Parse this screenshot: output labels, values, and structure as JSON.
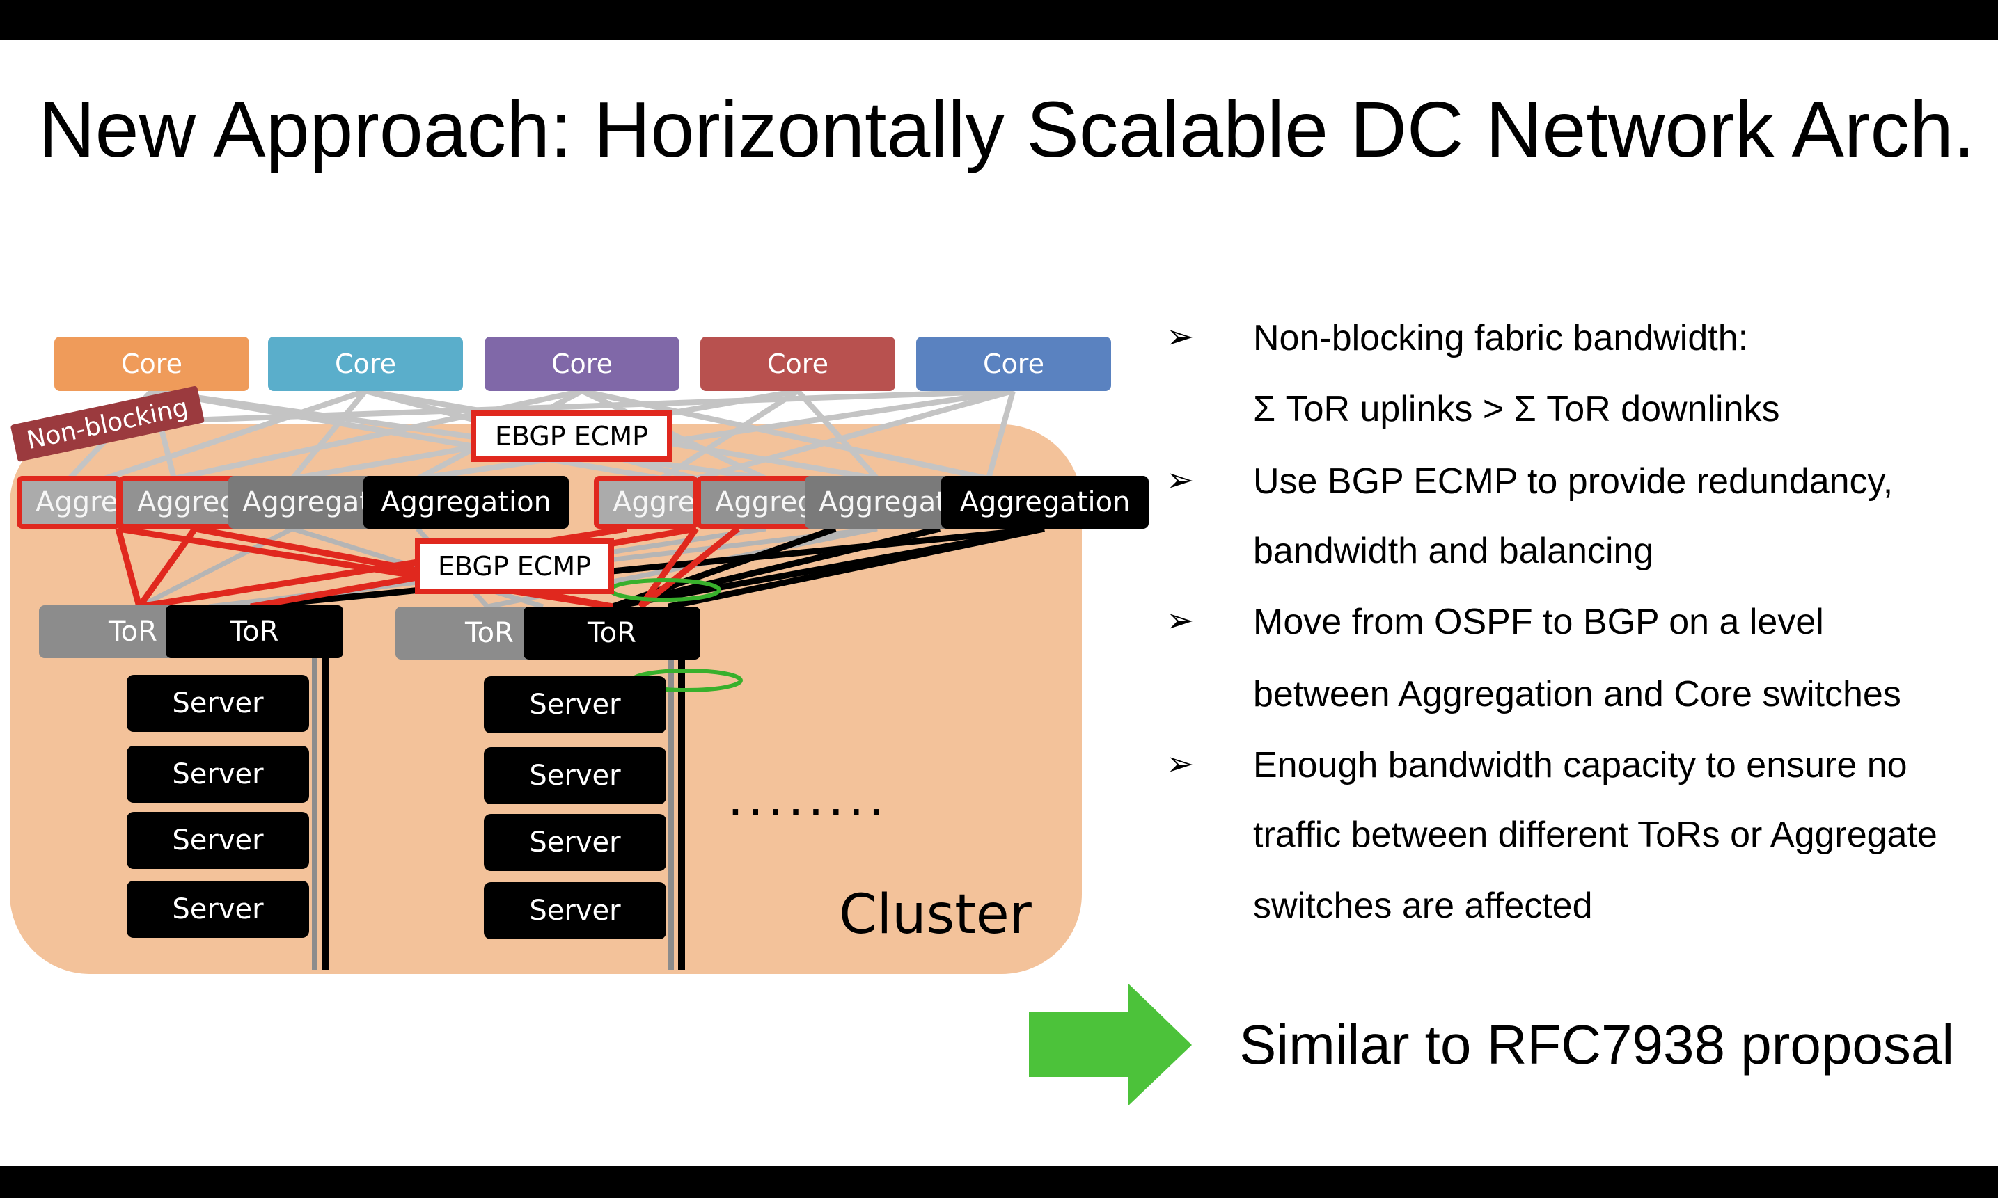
{
  "title": "New Approach: Horizontally Scalable DC Network Arch.",
  "diagram": {
    "core_label": "Core",
    "core_colors": [
      "#ef9b5a",
      "#5aaecb",
      "#8068a8",
      "#b8514f",
      "#5a82c0"
    ],
    "core_boxes": [
      "Core",
      "Core",
      "Core",
      "Core",
      "Core"
    ],
    "aggregation_boxes_left": [
      "Aggre",
      "Aggreg",
      "Aggregat",
      "Aggregation"
    ],
    "aggregation_boxes_right": [
      "Aggre",
      "Aggreg",
      "Aggregat",
      "Aggregation"
    ],
    "tor_label": "ToR",
    "server_label": "Server",
    "ecmp_label_top": "EBGP ECMP",
    "ecmp_label_mid": "EBGP ECMP",
    "nonblocking_label": "Non-blocking",
    "cluster_label": "Cluster",
    "ellipsis": "........",
    "cluster_color": "#f3c29a",
    "link_red": "#e0281e",
    "link_grey": "#c0c0c0",
    "highlight_green": "#38b02c"
  },
  "bullets": [
    {
      "marker": "➢",
      "lines": [
        "Non-blocking fabric bandwidth:",
        "Σ ToR uplinks > Σ ToR downlinks"
      ]
    },
    {
      "marker": "➢",
      "lines": [
        "Use BGP ECMP to provide redundancy,",
        "bandwidth and balancing"
      ]
    },
    {
      "marker": "➢",
      "lines": [
        "Move from OSPF to BGP on a level",
        "between Aggregation and Core switches"
      ]
    },
    {
      "marker": "➢",
      "lines": [
        "Enough bandwidth capacity to ensure no",
        "traffic between different ToRs or Aggregate",
        "switches are affected"
      ]
    }
  ],
  "conclusion": {
    "text": "Similar to RFC7938 proposal",
    "arrow_color": "#4cc23a",
    "arrow_icon": "right-arrow-icon"
  }
}
